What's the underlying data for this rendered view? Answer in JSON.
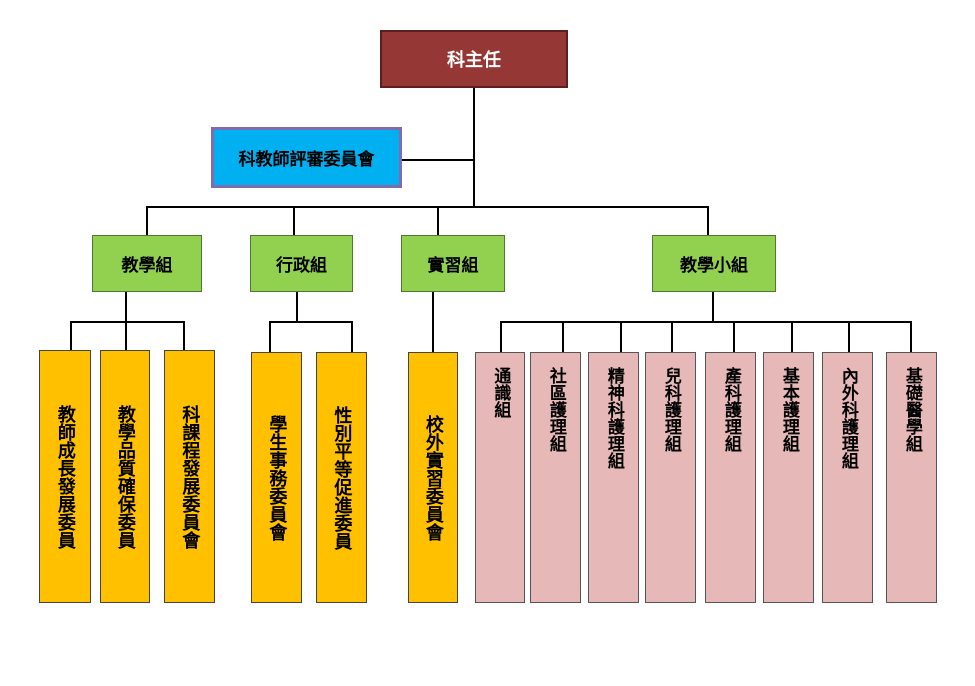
{
  "head": "科主任",
  "committee": "科教師評審委員會",
  "groups": {
    "teaching": "教學組",
    "admin": "行政組",
    "practicum": "實習組",
    "teaching_team": "教學小組"
  },
  "teaching_units": [
    "教師成長發展委員",
    "教學品質確保委員",
    "科課程發展委員會"
  ],
  "admin_units": [
    "學生事務委員會",
    "性別平等促進委員"
  ],
  "practicum_units": [
    "校外實習委員會"
  ],
  "team_units": [
    "通識組",
    "社區護理組",
    "精神科護理組",
    "兒科護理組",
    "產科護理組",
    "基本護理組",
    "內外科護理組",
    "基礎醫學組"
  ],
  "colors": {
    "head": "#953735",
    "committee": "#00b0f0",
    "group": "#92d050",
    "unit_orange": "#ffc000",
    "unit_pink": "#e6b9b8"
  }
}
